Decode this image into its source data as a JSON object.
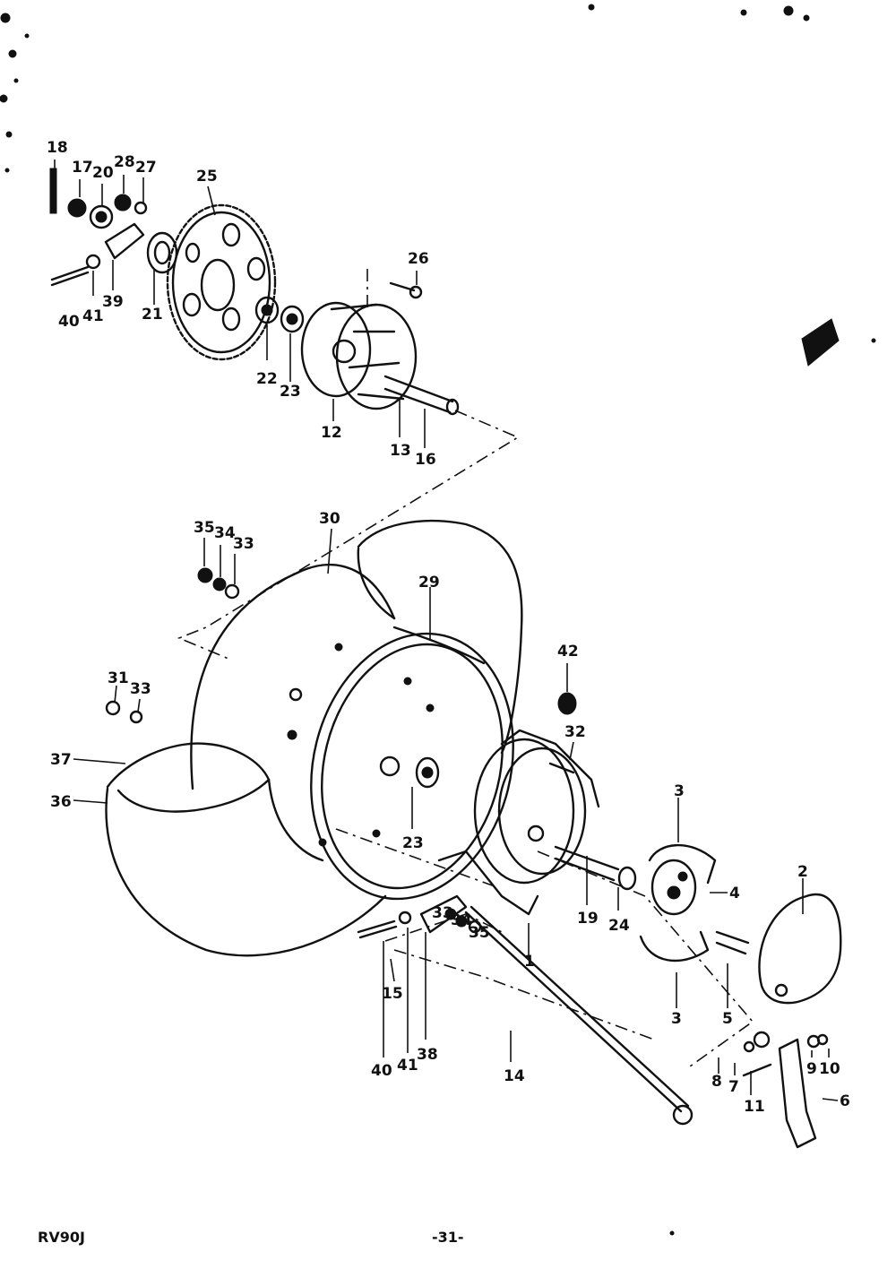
{
  "header": {
    "smudge_text": ""
  },
  "footer": {
    "model": "RV90J",
    "page": "-31-"
  },
  "parts": [
    {
      "num": "18"
    },
    {
      "num": "17"
    },
    {
      "num": "20"
    },
    {
      "num": "28"
    },
    {
      "num": "27"
    },
    {
      "num": "25"
    },
    {
      "num": "26"
    },
    {
      "num": "40"
    },
    {
      "num": "41"
    },
    {
      "num": "39"
    },
    {
      "num": "21"
    },
    {
      "num": "22"
    },
    {
      "num": "23"
    },
    {
      "num": "12"
    },
    {
      "num": "13"
    },
    {
      "num": "16"
    },
    {
      "num": "35"
    },
    {
      "num": "34"
    },
    {
      "num": "33"
    },
    {
      "num": "30"
    },
    {
      "num": "29"
    },
    {
      "num": "42"
    },
    {
      "num": "31"
    },
    {
      "num": "33"
    },
    {
      "num": "32"
    },
    {
      "num": "37"
    },
    {
      "num": "36"
    },
    {
      "num": "23"
    },
    {
      "num": "3"
    },
    {
      "num": "2"
    },
    {
      "num": "4"
    },
    {
      "num": "33"
    },
    {
      "num": "34"
    },
    {
      "num": "35"
    },
    {
      "num": "19"
    },
    {
      "num": "24"
    },
    {
      "num": "1"
    },
    {
      "num": "15"
    },
    {
      "num": "3"
    },
    {
      "num": "5"
    },
    {
      "num": "40"
    },
    {
      "num": "41"
    },
    {
      "num": "38"
    },
    {
      "num": "14"
    },
    {
      "num": "8"
    },
    {
      "num": "7"
    },
    {
      "num": "9"
    },
    {
      "num": "10"
    },
    {
      "num": "11"
    },
    {
      "num": "6"
    }
  ]
}
